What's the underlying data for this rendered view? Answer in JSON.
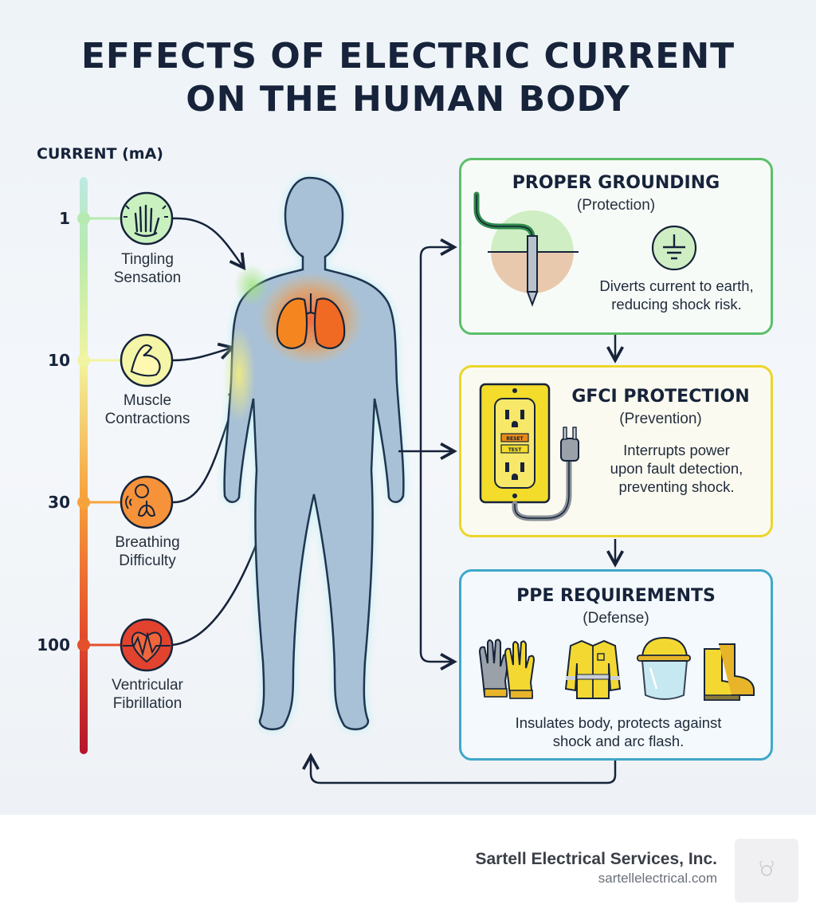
{
  "title_line1": "EFFECTS OF ELECTRIC CURRENT",
  "title_line2": "ON THE HUMAN BODY",
  "axis_title": "CURRENT (mA)",
  "levels": [
    {
      "value": "1",
      "label_line1": "Tingling",
      "label_line2": "Sensation",
      "icon": "hand-tingling-icon",
      "color": "#a8e6a0"
    },
    {
      "value": "10",
      "label_line1": "Muscle",
      "label_line2": "Contractions",
      "icon": "flexed-arm-icon",
      "color": "#f2f39a"
    },
    {
      "value": "30",
      "label_line1": "Breathing",
      "label_line2": "Difficulty",
      "icon": "lungs-breathing-icon",
      "color": "#f6923a"
    },
    {
      "value": "100",
      "label_line1": "Ventricular",
      "label_line2": "Fibrillation",
      "icon": "heart-ecg-icon",
      "color": "#e2432e"
    }
  ],
  "cards": {
    "grounding": {
      "title": "PROPER GROUNDING",
      "subtitle": "(Protection)",
      "desc_line1": "Diverts current to earth,",
      "desc_line2": "reducing shock risk.",
      "border": "#5cbf6a",
      "icons": [
        "grounding-rod-icon",
        "earth-ground-symbol-icon"
      ]
    },
    "gfci": {
      "title": "GFCI PROTECTION",
      "subtitle": "(Prevention)",
      "desc_line1": "Interrupts power",
      "desc_line2": "upon fault detection,",
      "desc_line3": "preventing shock.",
      "border": "#ecd52a",
      "outlet_reset": "RESET",
      "outlet_test": "TEST",
      "icons": [
        "gfci-outlet-icon",
        "plug-icon"
      ]
    },
    "ppe": {
      "title": "PPE REQUIREMENTS",
      "subtitle": "(Defense)",
      "desc_line1": "Insulates body, protects against",
      "desc_line2": "shock and arc flash.",
      "border": "#3fa8c9",
      "icons": [
        "insulated-gloves-icon",
        "arc-flash-jacket-icon",
        "hard-hat-face-shield-icon",
        "safety-boots-icon"
      ]
    }
  },
  "footer": {
    "company": "Sartell Electrical Services, Inc.",
    "website": "sartellelectrical.com"
  }
}
